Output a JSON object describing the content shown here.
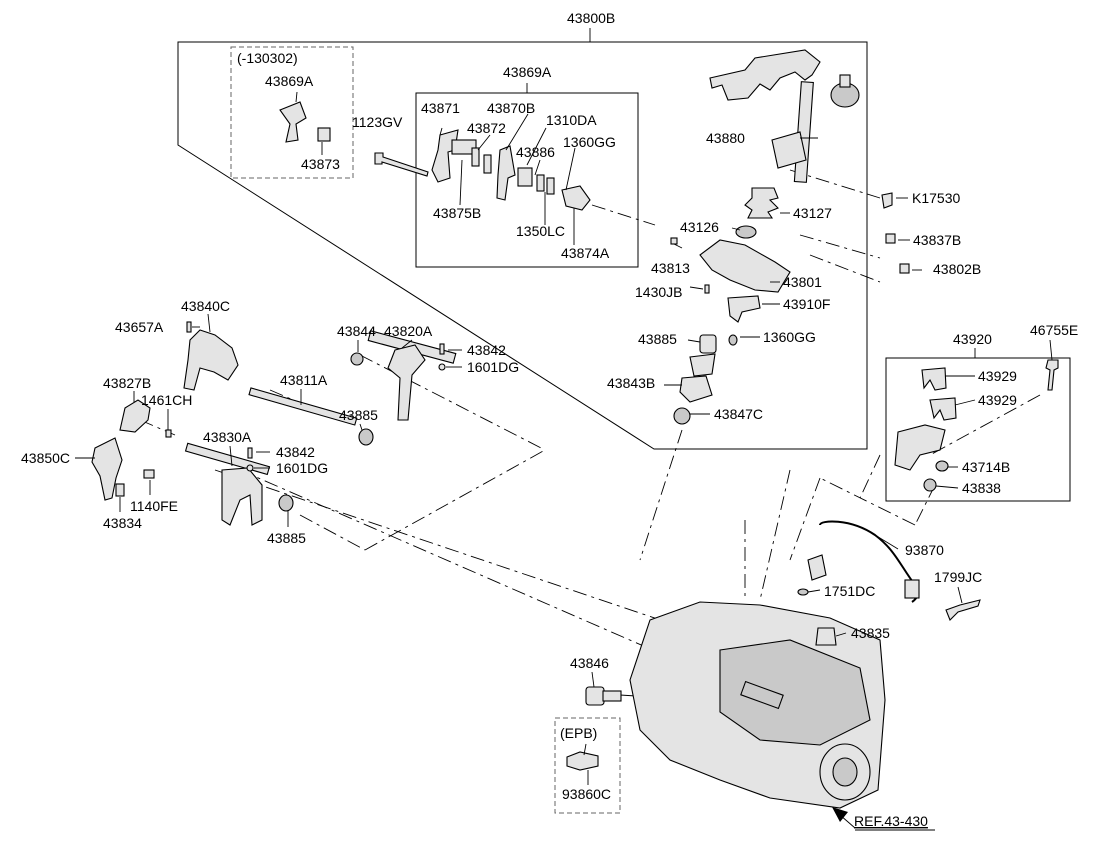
{
  "labels": {
    "43800B": "43800B",
    "v130302": "(-130302)",
    "43869A_a": "43869A",
    "43873": "43873",
    "43869A_b": "43869A",
    "1123GV": "1123GV",
    "43871": "43871",
    "43872": "43872",
    "43870B": "43870B",
    "1310DA": "1310DA",
    "43886": "43886",
    "1360GG_a": "1360GG",
    "43875B": "43875B",
    "1350LC": "1350LC",
    "43874A": "43874A",
    "43880": "43880",
    "K17530": "K17530",
    "43126": "43126",
    "43127": "43127",
    "43837B": "43837B",
    "43813": "43813",
    "43802B": "43802B",
    "43801": "43801",
    "1430JB": "1430JB",
    "43910F": "43910F",
    "43885_a": "43885",
    "1360GG_b": "1360GG",
    "43843B": "43843B",
    "43847C": "43847C",
    "43920": "43920",
    "46755E": "46755E",
    "43929_a": "43929",
    "43929_b": "43929",
    "43714B": "43714B",
    "43838": "43838",
    "43840C": "43840C",
    "43657A": "43657A",
    "43844": "43844",
    "43820A": "43820A",
    "43842_a": "43842",
    "1601DG_a": "1601DG",
    "43827B": "43827B",
    "43811A": "43811A",
    "1461CH": "1461CH",
    "43885_b": "43885",
    "43850C": "43850C",
    "43830A": "43830A",
    "43842_b": "43842",
    "1601DG_b": "1601DG",
    "1140FE": "1140FE",
    "43834": "43834",
    "43885_c": "43885",
    "93870": "93870",
    "1751DC": "1751DC",
    "1799JC": "1799JC",
    "43835": "43835",
    "43846": "43846",
    "EPB": "(EPB)",
    "93860C": "93860C",
    "REF": "REF.43-430"
  }
}
